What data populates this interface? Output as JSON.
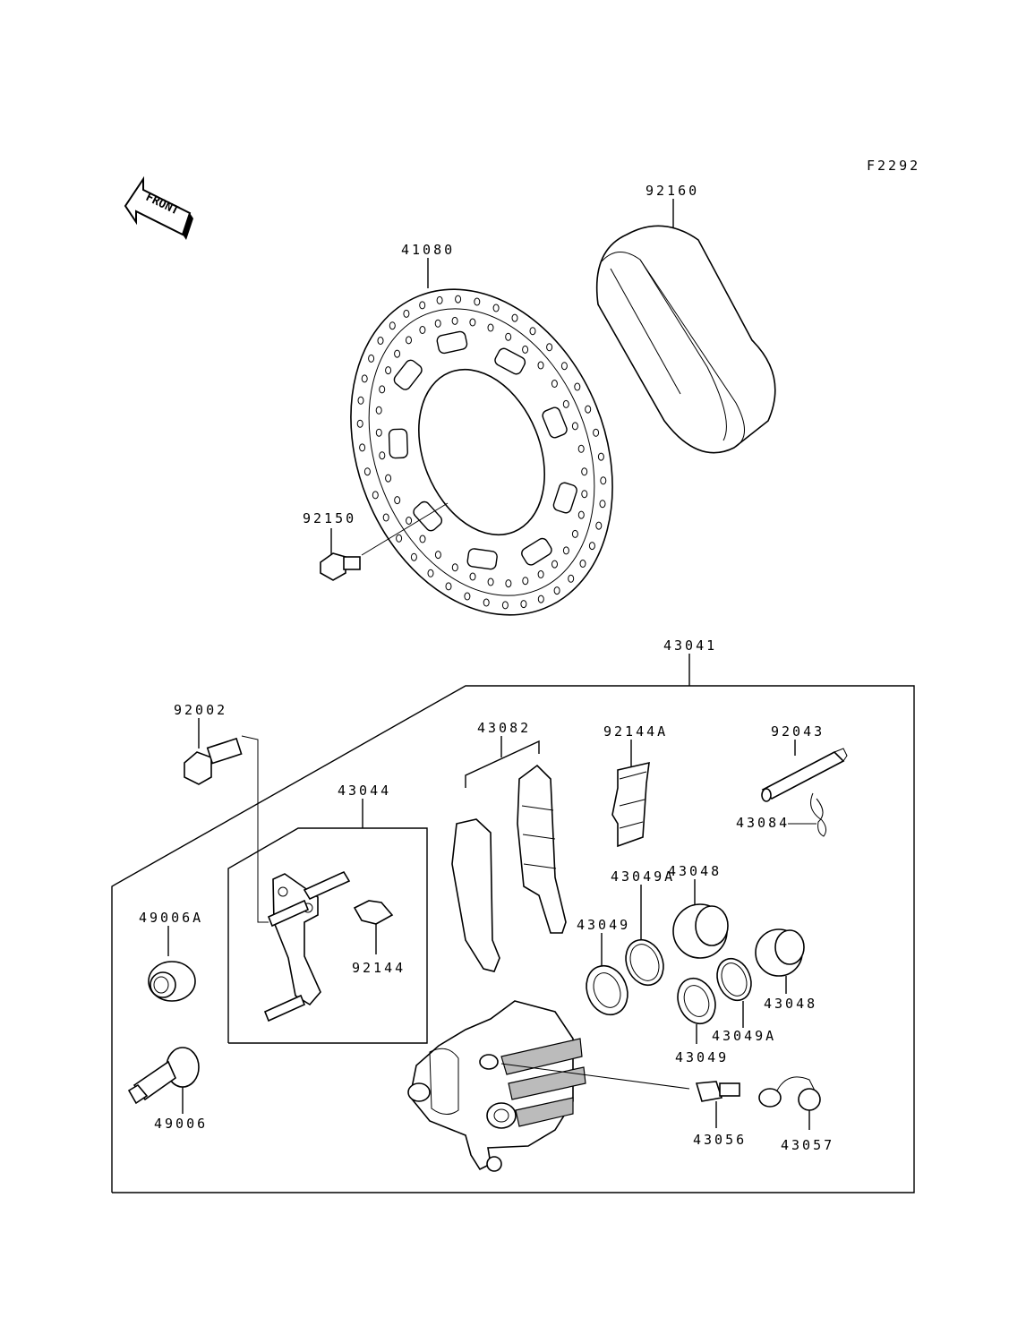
{
  "figure_code": "F2292",
  "front_label": "FRONT",
  "parts": [
    {
      "id": "p92160",
      "number": "92160"
    },
    {
      "id": "p41080",
      "number": "41080"
    },
    {
      "id": "p92150",
      "number": "92150"
    },
    {
      "id": "p43041",
      "number": "43041"
    },
    {
      "id": "p92002",
      "number": "92002"
    },
    {
      "id": "p43082",
      "number": "43082"
    },
    {
      "id": "p92144A",
      "number": "92144A"
    },
    {
      "id": "p92043",
      "number": "92043"
    },
    {
      "id": "p43044",
      "number": "43044"
    },
    {
      "id": "p43084",
      "number": "43084"
    },
    {
      "id": "p43048a",
      "number": "43048"
    },
    {
      "id": "p49006A",
      "number": "49006A"
    },
    {
      "id": "p43049A_a",
      "number": "43049A"
    },
    {
      "id": "p43049a",
      "number": "43049"
    },
    {
      "id": "p92144",
      "number": "92144"
    },
    {
      "id": "p43048b",
      "number": "43048"
    },
    {
      "id": "p43049A_b",
      "number": "43049A"
    },
    {
      "id": "p43049b",
      "number": "43049"
    },
    {
      "id": "p49006",
      "number": "49006"
    },
    {
      "id": "p43056",
      "number": "43056"
    },
    {
      "id": "p43057",
      "number": "43057"
    }
  ]
}
